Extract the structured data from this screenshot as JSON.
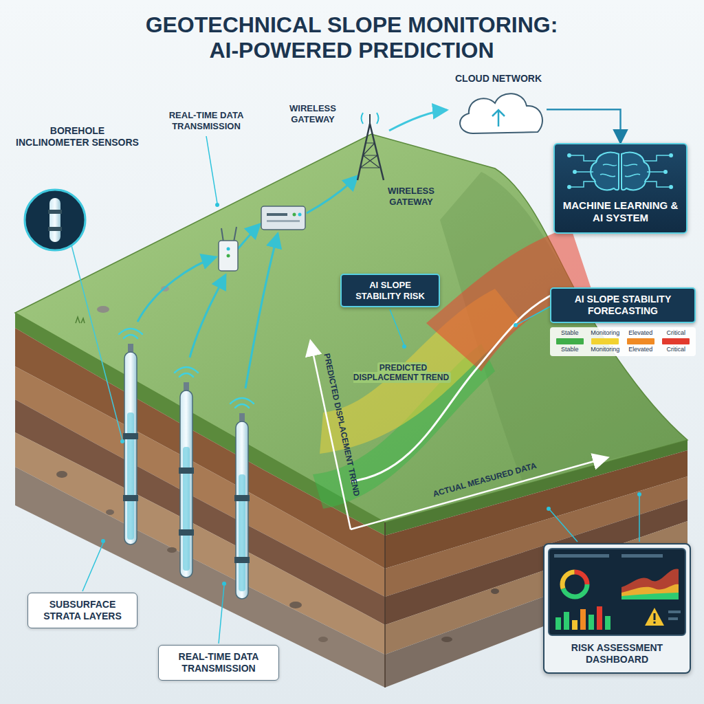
{
  "diagram": {
    "title": "GEOTECHNICAL SLOPE MONITORING: AI-POWERED PREDICTION",
    "nodes": [
      {
        "text": [
          "CLOUD NETWORK"
        ]
      },
      {
        "text": [
          "MACHINE LEARNING & AI SYSTEM"
        ]
      },
      {
        "text": [
          "AI SLOPE STABILITY RISK"
        ]
      },
      {
        "text": [
          "AI SLOPE STABILITY FORECASTING"
        ]
      },
      {
        "text": [
          "SUBSURFACE STRATA LAYERS"
        ]
      },
      {
        "text": [
          "REAL-TIME DATA TRANSMISSION"
        ]
      },
      {
        "text": [
          "RISK ASSESSMENT DASHBOARD"
        ]
      }
    ],
    "edges": [
      {
        "from": 0,
        "to": 1,
        "arrow": "to"
      }
    ],
    "labels": [
      "BOREHOLE INCLINOMETER SENSORS",
      "REAL-TIME DATA TRANSMISSION",
      "WIRELESS GATEWAY",
      "WIRELESS GATEWAY",
      "PREDICTED DISPLACEMENT TREND",
      "PREDICTED DISPLACEMENT TREND",
      "ACTUAL MEASURED DATA",
      "Stable",
      "Monitoring",
      "Elevated",
      "Critical"
    ],
    "legend": [
      {
        "text": "Stable",
        "color": "#3fae49"
      },
      {
        "text": "Monitoring",
        "color": "#f2d230"
      },
      {
        "text": "Elevated",
        "color": "#f08a24"
      },
      {
        "text": "Critical",
        "color": "#e23b2e"
      }
    ]
  }
}
